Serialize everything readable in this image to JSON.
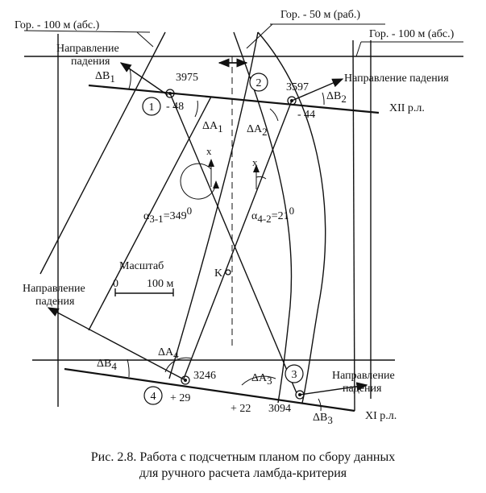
{
  "labels": {
    "gor100_left": "Гор. - 100 м (абс.)",
    "gor50": "Гор. - 50 м (раб.)",
    "gor100_right": "Гор. - 100 м (абс.)",
    "dir_top_left_1": "Направление",
    "dir_top_left_2": "падения",
    "dir_top_right": "Направление падения",
    "dir_mid_left_1": "Направление",
    "dir_mid_left_2": "падения",
    "dir_bot_right_1": "Направление",
    "dir_bot_right_2": "падения",
    "xii": "XII р.л.",
    "xi": "XI р.л.",
    "scale_title": "Масштаб",
    "scale_zero": "0",
    "scale_100": "100 м",
    "k": "K",
    "x_left": "x",
    "x_right": "x"
  },
  "points": [
    {
      "num": "1",
      "code": "3975",
      "dz": "- 48"
    },
    {
      "num": "2",
      "code": "3597",
      "dz": "- 44"
    },
    {
      "num": "3",
      "code": "3094",
      "dz": "+ 22"
    },
    {
      "num": "4",
      "code": "3246",
      "dz": "+ 29"
    }
  ],
  "angles": {
    "dB1": {
      "main": "ΔB",
      "sub": "1"
    },
    "dB2": {
      "main": "ΔB",
      "sub": "2"
    },
    "dB3": {
      "main": "ΔB",
      "sub": "3"
    },
    "dB4": {
      "main": "ΔB",
      "sub": "4"
    },
    "dA1": {
      "main": "ΔA",
      "sub": "1"
    },
    "dA2": {
      "main": "ΔA",
      "sub": "2"
    },
    "dA3": {
      "main": "ΔA",
      "sub": "3"
    },
    "dA4": {
      "main": "ΔA",
      "sub": "4"
    },
    "alpha31": {
      "main": "α",
      "sub": "3-1",
      "value": "=349",
      "sup": "0"
    },
    "alpha42": {
      "main": "α",
      "sub": "4-2",
      "value": "=21",
      "sup": "0"
    }
  },
  "caption": {
    "line1": "Рис. 2.8. Работа с подсчетным планом по сбору данных",
    "line2": "для ручного расчета ламбда-критерия"
  }
}
